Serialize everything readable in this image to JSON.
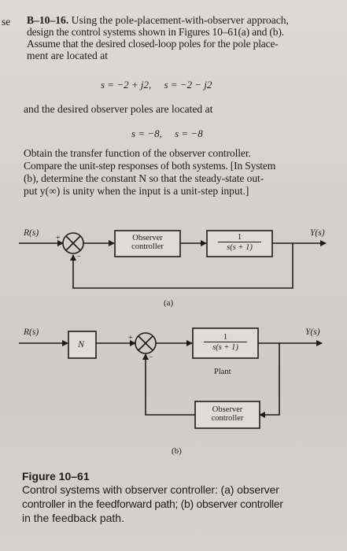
{
  "margin_fragment": "se",
  "problem": {
    "id": "B–10–16.",
    "intro_lines": [
      "Using the pole-placement-with-observer approach,",
      "design the control systems shown in Figures 10–61(a) and (b).",
      "Assume that the desired closed-loop poles for the pole place-",
      "ment are located at"
    ],
    "poles_eq": "s = −2 + j2,     s = −2 − j2",
    "observer_line": "and the desired observer poles are located at",
    "observer_eq": "s = −8,     s = −8",
    "task_lines": [
      "Obtain the transfer function of the observer controller.",
      "Compare the unit-step responses of both systems. [In System",
      "(b), determine the constant N so that the steady-state out-",
      "put y(∞) is unity when the input is a unit-step input.]"
    ]
  },
  "diagram_a": {
    "input_label": "R(s)",
    "output_label": "Y(s)",
    "plus_sign": "+",
    "minus_sign": "−",
    "controller_line1": "Observer",
    "controller_line2": "controller",
    "plant_num": "1",
    "plant_den": "s(s + 1)",
    "sublabel": "(a)"
  },
  "diagram_b": {
    "input_label": "R(s)",
    "output_label": "Y(s)",
    "gain_label": "N",
    "plus_sign": "+",
    "minus_sign": "−",
    "plant_num": "1",
    "plant_den": "s(s + 1)",
    "plant_caption": "Plant",
    "controller_line1": "Observer",
    "controller_line2": "controller",
    "sublabel": "(b)"
  },
  "figure": {
    "title": "Figure 10–61",
    "caption_lines": [
      "Control systems with observer controller: (a) observer",
      "controller in the feedforward path; (b) observer controller",
      "in the feedback path."
    ]
  }
}
